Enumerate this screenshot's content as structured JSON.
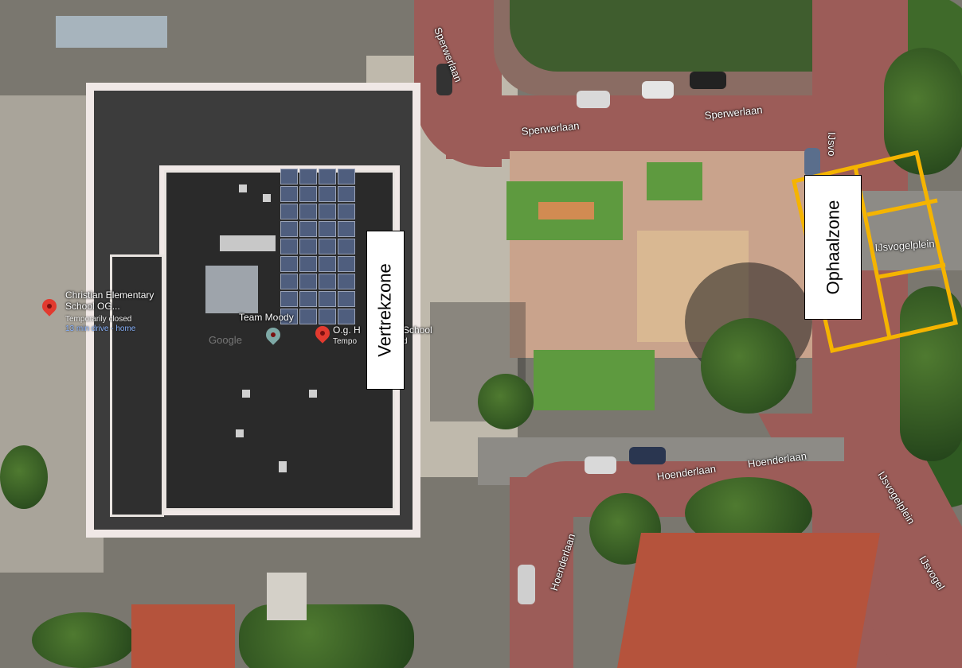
{
  "streets": {
    "sperwerlaan_vertical": "Sperwerlaan",
    "sperwerlaan_center": "Sperwerlaan",
    "sperwerlaan_right": "Sperwerlaan",
    "ijsvo_vertical": "IJsvo",
    "ijsvogelplein_horizontal": "IJsvogelplein",
    "hoenderlaan_left": "Hoenderlaan",
    "hoenderlaan_right": "Hoenderlaan",
    "hoenderlaan_vertical": "Hoenderlaan",
    "ijsvogelplein_diagonal": "IJsvogelplein",
    "ijsvogel_edge": "IJsvogel"
  },
  "pois": {
    "school_left": {
      "title_line1": "Christian Elementary",
      "title_line2": "School OG...",
      "status": "Temporarily closed",
      "drive": "13 min drive - home"
    },
    "team_moody": {
      "title": "Team Moody"
    },
    "school_right": {
      "title": "O.g. H",
      "title_end": "School",
      "status": "Tempo",
      "status_end": "d"
    }
  },
  "watermark": "Google",
  "annotations": {
    "vertrekzone": "Vertrekzone",
    "ophaalzone": "Ophaalzone"
  },
  "colors": {
    "zone_outline": "#f5b400",
    "pin_red": "#e23a2f",
    "pin_teal": "#7ea9a6"
  }
}
